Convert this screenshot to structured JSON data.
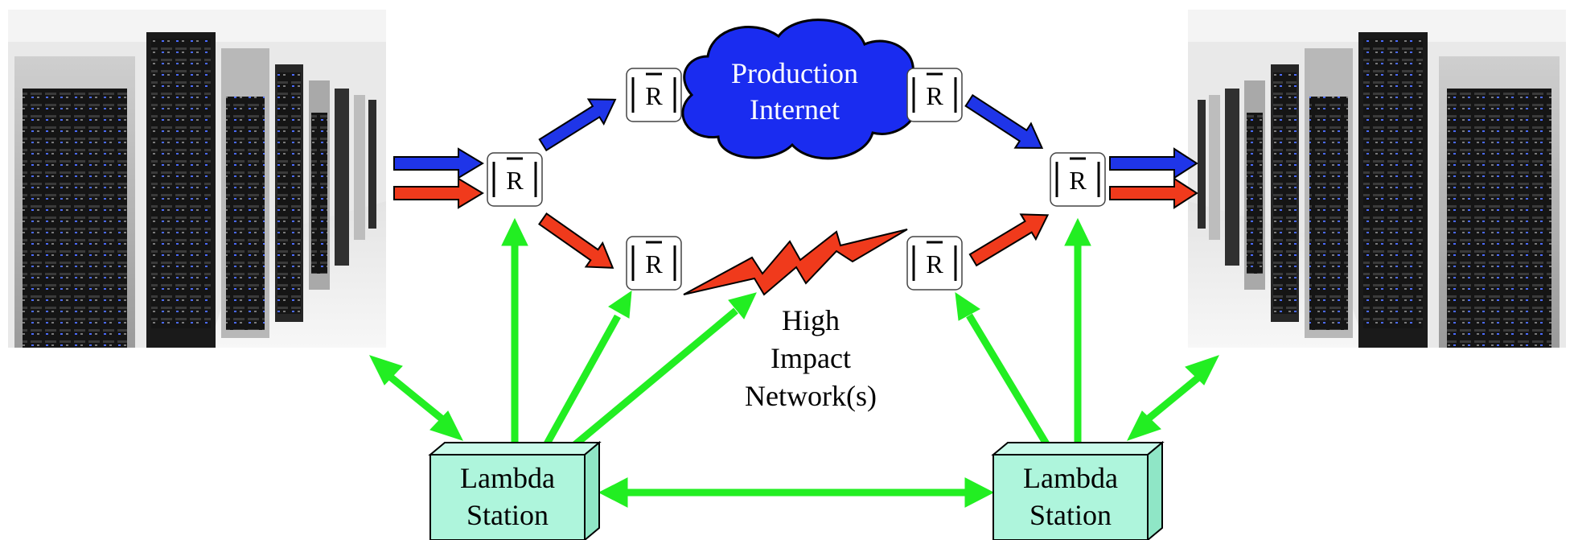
{
  "router_label": "R",
  "cloud": {
    "line1": "Production",
    "line2": "Internet"
  },
  "hin": {
    "line1": "High",
    "line2": "Impact",
    "line3": "Network(s)"
  },
  "stations": {
    "left": {
      "line1": "Lambda",
      "line2": "Station"
    },
    "right": {
      "line1": "Lambda",
      "line2": "Station"
    }
  },
  "colors": {
    "production_path": "#1f35e8",
    "high_impact_path": "#f03a1c",
    "control_link": "#22ee22",
    "cloud_fill": "#1a2cf0",
    "station_fill": "#aef5dc",
    "router_fill": "#ffffff"
  },
  "icons": {
    "site_image": "server-racks-photo",
    "router": "router-icon",
    "cloud": "cloud-icon",
    "high_impact_network": "lightning-bolt-icon",
    "lambda_station": "station-box-icon"
  }
}
